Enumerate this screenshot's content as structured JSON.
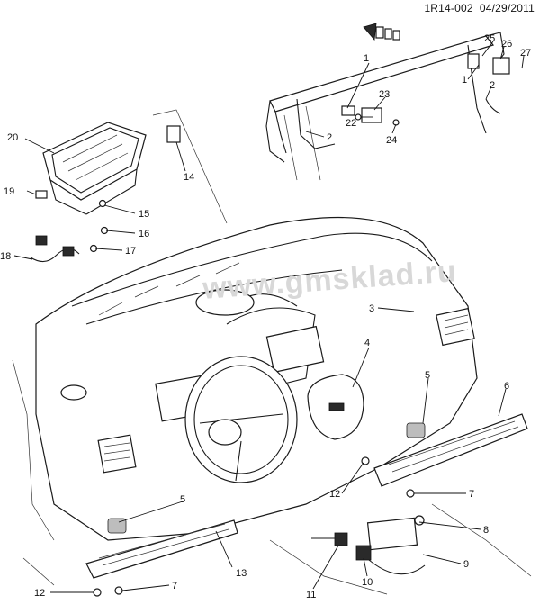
{
  "header": {
    "figure_id": "1R14-002",
    "date": "04/29/2011"
  },
  "watermark": "www.gmsklad.ru",
  "callouts": [
    "1",
    "2",
    "3",
    "4",
    "5",
    "6",
    "7",
    "8",
    "9",
    "10",
    "11",
    "12",
    "13",
    "14",
    "15",
    "16",
    "17",
    "18",
    "19",
    "20",
    "22",
    "23",
    "24",
    "25",
    "26",
    "27"
  ]
}
